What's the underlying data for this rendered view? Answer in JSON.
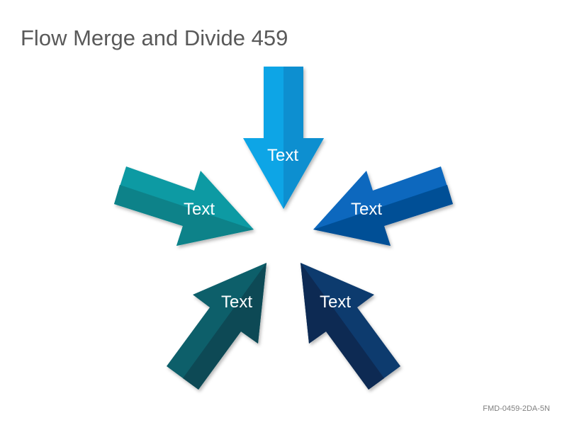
{
  "title": "Flow Merge and Divide 459",
  "footer_code": "FMD-0459-2DA-5N",
  "arrows": [
    {
      "label": "Text",
      "color": "#0ba5e6",
      "shade": "#0a8fd0"
    },
    {
      "label": "Text",
      "color": "#0a9aa3",
      "shade": "#078289"
    },
    {
      "label": "Text",
      "color": "#0867be",
      "shade": "#064f96"
    },
    {
      "label": "Text",
      "color": "#0b5e6b",
      "shade": "#084a55"
    },
    {
      "label": "Text",
      "color": "#0c3a6e",
      "shade": "#082a52"
    }
  ]
}
